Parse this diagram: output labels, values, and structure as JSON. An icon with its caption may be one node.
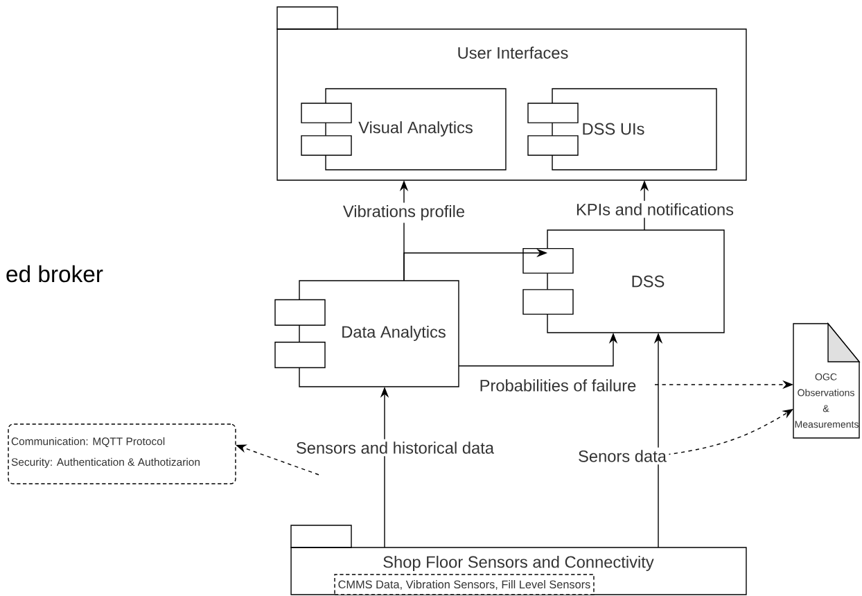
{
  "diagram": {
    "nodes": [
      {
        "text": [
          "User Interfaces"
        ]
      },
      {
        "text": [
          "Visual Analytics"
        ],
        "in": 0
      },
      {
        "text": [
          "DSS UIs"
        ],
        "in": 0
      },
      {
        "text": [
          "DSS"
        ]
      },
      {
        "text": [
          "Data Analytics"
        ]
      },
      {
        "text": [
          "OGC Observations & Measurements"
        ]
      },
      {
        "text": [
          "Communication: MQTT Protocol",
          "Security: Authentication & Authotizarion"
        ]
      },
      {
        "text": [
          "Shop Floor Sensors and Connectivity"
        ]
      },
      {
        "text": [
          "CMMS Data, Vibration Sensors, Fill Level Sensors"
        ],
        "in": 7
      }
    ],
    "edges": [
      {
        "from": 4,
        "to": 1,
        "arrow": "to",
        "label": "Vibrations profile"
      },
      {
        "from": 4,
        "to": 3,
        "arrow": "to"
      },
      {
        "from": 3,
        "to": 2,
        "arrow": "to",
        "label": "KPIs and notifications"
      },
      {
        "from": 4,
        "to": 3,
        "arrow": "to",
        "label": "Probabilities of failure"
      },
      {
        "from": 7,
        "to": 4,
        "arrow": "to",
        "label": "Sensors and historical data"
      },
      {
        "from": 7,
        "to": 3,
        "arrow": "to",
        "label": "Senors data"
      },
      {
        "from": null,
        "to": 5,
        "arrow": "to",
        "style": "dashed"
      },
      {
        "from": null,
        "to": 5,
        "arrow": "to",
        "style": "dashed"
      },
      {
        "from": null,
        "to": 6,
        "arrow": "to",
        "style": "dashed"
      }
    ],
    "labels": [
      "ed broker"
    ]
  }
}
